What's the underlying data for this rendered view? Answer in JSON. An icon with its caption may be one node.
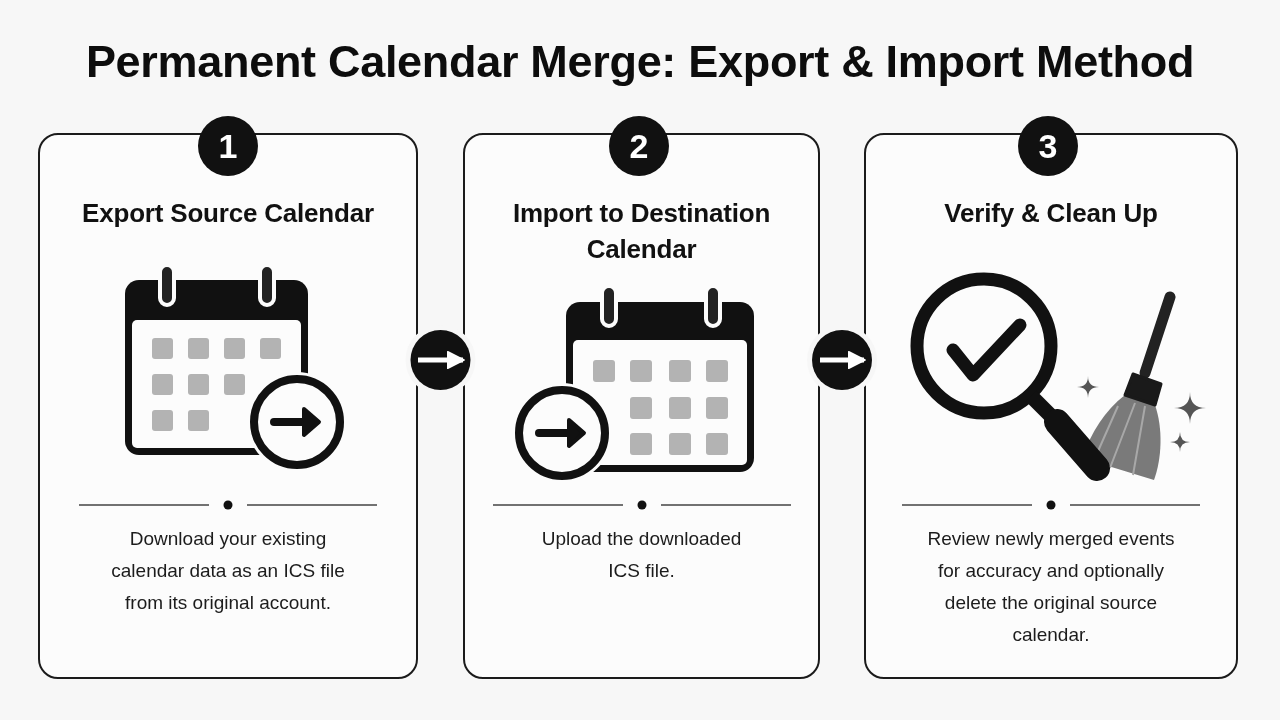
{
  "diagram": {
    "title": "Permanent Calendar Merge: Export & Import Method",
    "nodes": [
      {
        "text": [
          "1"
        ]
      },
      {
        "text": [
          "Export Source Calendar",
          "Download your existing calendar data as an ICS file from its original account."
        ]
      },
      {
        "text": [
          "2"
        ]
      },
      {
        "text": [
          "Import to Destination Calendar",
          "Upload the downloaded ICS file."
        ]
      },
      {
        "text": [
          "3"
        ]
      },
      {
        "text": [
          "Verify & Clean Up",
          "Review newly merged events for accuracy and optionally delete the original source calendar."
        ]
      }
    ],
    "edges": [
      {
        "from": 1,
        "to": 3,
        "arrow": "to"
      },
      {
        "from": 3,
        "to": 5,
        "arrow": "to"
      }
    ]
  }
}
